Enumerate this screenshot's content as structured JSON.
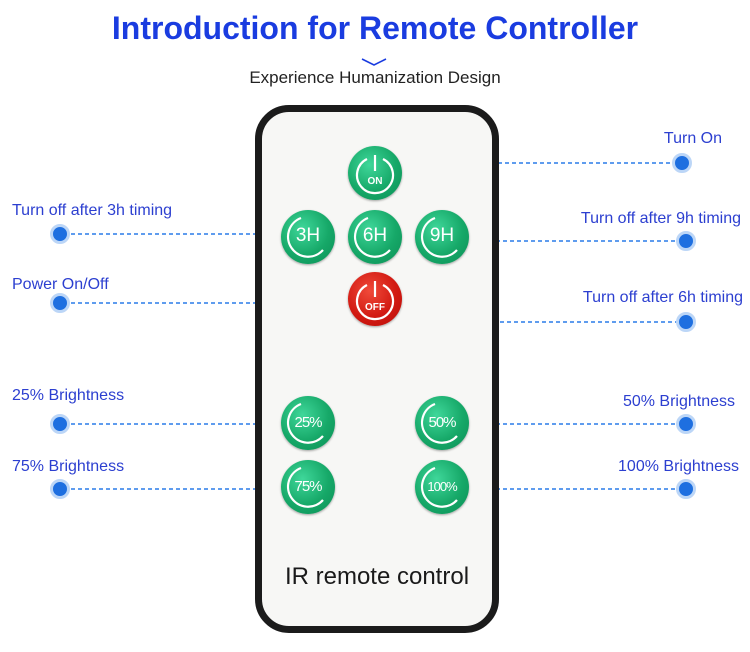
{
  "header": {
    "title": "Introduction for Remote Controller",
    "subtitle": "Experience Humanization Design"
  },
  "remote": {
    "label": "IR remote control",
    "buttons": {
      "on": {
        "text": "ON",
        "color": "#16a868"
      },
      "h3": {
        "text": "3H"
      },
      "h6": {
        "text": "6H"
      },
      "h9": {
        "text": "9H"
      },
      "off": {
        "text": "OFF",
        "color": "#d21a12"
      },
      "p25": {
        "text": "25%"
      },
      "p50": {
        "text": "50%"
      },
      "p75": {
        "text": "75%"
      },
      "p100": {
        "text": "100%"
      }
    }
  },
  "callouts": {
    "turn_on": "Turn On",
    "turn_off_3h": "Turn off after 3h timing",
    "turn_off_9h": "Turn off after 9h timing",
    "power": "Power On/Off",
    "turn_off_6h": "Turn off after 6h timing",
    "b25": "25% Brightness",
    "b50": "50% Brightness",
    "b75": "75% Brightness",
    "b100": "100% Brightness"
  },
  "colors": {
    "title": "#1a3ce0",
    "callout_text": "#2c3fd0",
    "leader_line": "#2a7be8",
    "dot": "#1e6fe0",
    "button_green": "#16a868",
    "button_red": "#d21a12"
  }
}
